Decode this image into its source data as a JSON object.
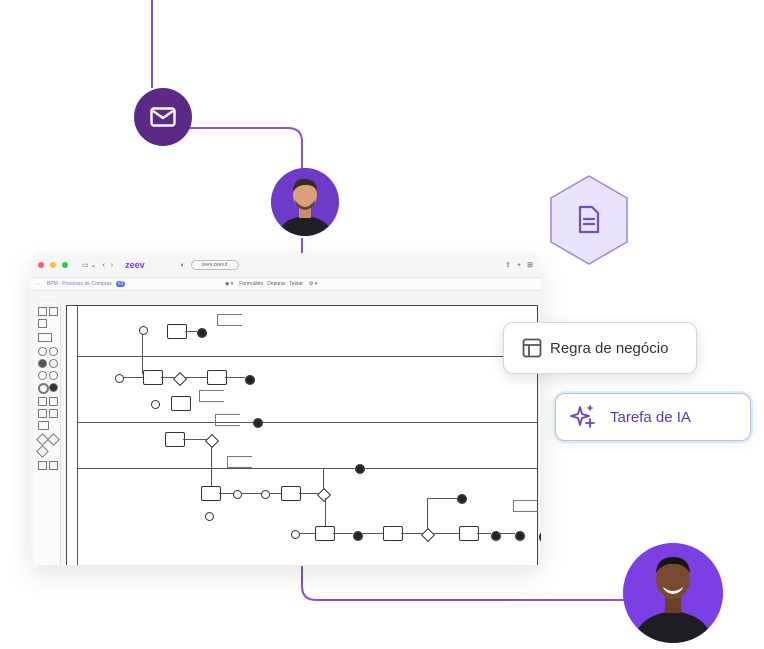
{
  "colors": {
    "accent": "#7b3fe4",
    "connector": "#8a4ed9",
    "dark_circle": "#5b2a86",
    "hex_fill": "#e9e4fb",
    "hex_stroke": "#9b84e6"
  },
  "icons": {
    "mail": "mail-icon",
    "document": "document-icon",
    "table": "table-icon",
    "sparkles": "sparkles-icon"
  },
  "tags": {
    "business_rule": "Regra de negócio",
    "ai_task": "Tarefa de IA"
  },
  "app": {
    "brand": "zeev",
    "url": "zeev.zeev.it",
    "breadcrumb": "BPM - Processo de Compras",
    "badge": "v3",
    "toolbar": [
      "Formulário",
      "Depurar",
      "Testar"
    ]
  }
}
